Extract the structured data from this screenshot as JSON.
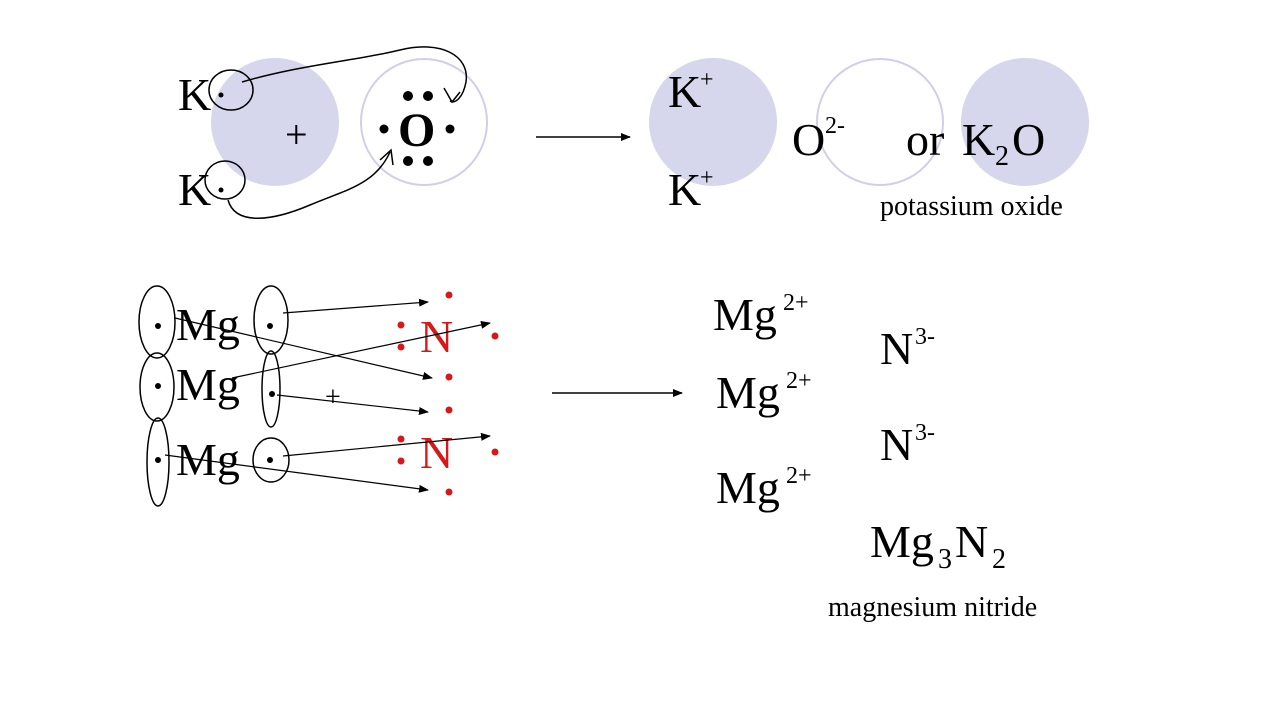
{
  "top_reaction": {
    "reactant_atom_1": "K",
    "reactant_atom_2": "K",
    "plus": "+",
    "oxygen": "O",
    "product_ion_1": "K",
    "product_ion_1_charge": "+",
    "product_ion_2": "K",
    "product_ion_2_charge": "+",
    "oxide_ion": "O",
    "oxide_ion_charge": "2-",
    "formula_or": "or",
    "formula_part_1": "K",
    "formula_sub": "2",
    "formula_part_2": "O",
    "caption": "potassium oxide"
  },
  "bottom_reaction": {
    "mg_atom_1": "Mg",
    "mg_atom_2": "Mg",
    "mg_atom_3": "Mg",
    "nitrogen_1": "N",
    "nitrogen_2": "N",
    "plus": "+",
    "product_mg_1": "Mg",
    "product_mg_1_charge": "2+",
    "product_mg_2": "Mg",
    "product_mg_2_charge": "2+",
    "product_mg_3": "Mg",
    "product_mg_3_charge": "2+",
    "product_n_1": "N",
    "product_n_1_charge": "3-",
    "product_n_2": "N",
    "product_n_2_charge": "3-",
    "formula_mg": "Mg",
    "formula_mg_sub": "3",
    "formula_n": "N",
    "formula_n_sub": "2",
    "caption": "magnesium nitride"
  },
  "colors": {
    "potassium_circle": "#d6d6ec",
    "oxygen_circle_stroke": "#cfcfe8",
    "nitrogen_dots": "#d81818",
    "ink": "#000000"
  }
}
